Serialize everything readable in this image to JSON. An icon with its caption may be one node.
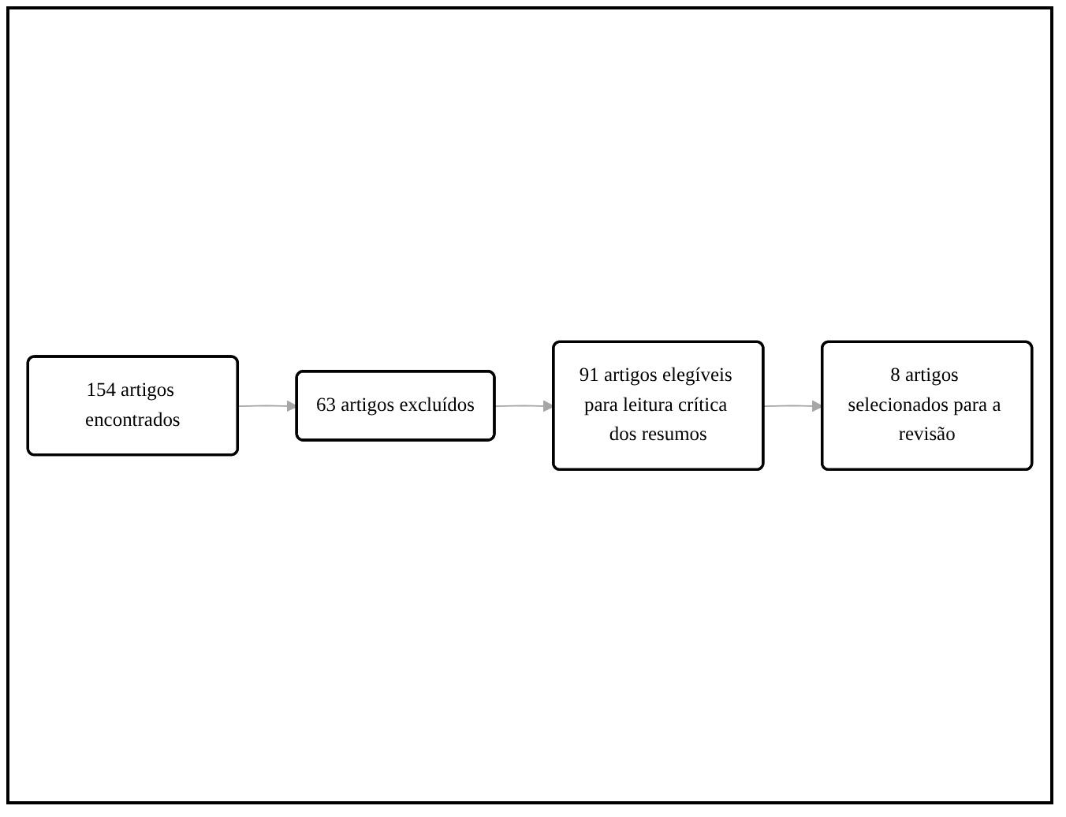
{
  "diagram": {
    "nodes": [
      {
        "text": [
          "154 artigos encontrados"
        ]
      },
      {
        "text": [
          "63 artigos excluídos"
        ]
      },
      {
        "text": [
          "91 artigos elegíveis para leitura crítica dos resumos"
        ]
      },
      {
        "text": [
          "8 artigos selecionados para a revisão"
        ]
      }
    ],
    "edges": [
      {
        "from": 0,
        "to": 1,
        "arrow": "to"
      },
      {
        "from": 1,
        "to": 2,
        "arrow": "to"
      },
      {
        "from": 2,
        "to": 3,
        "arrow": "to"
      }
    ]
  }
}
